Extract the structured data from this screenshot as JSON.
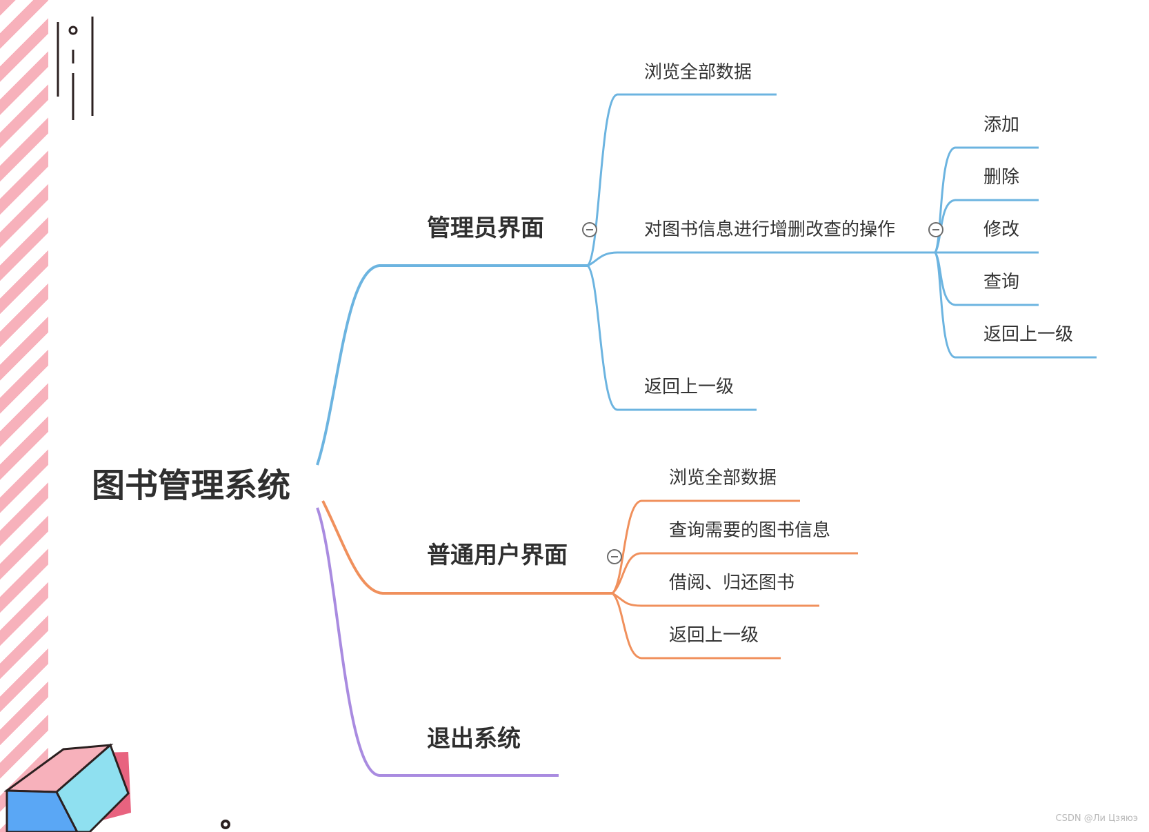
{
  "mindmap": {
    "root": {
      "label": "图书管理系统"
    },
    "branches": [
      {
        "label": "管理员界面",
        "color": "#6cb4e0",
        "children": [
          {
            "label": "浏览全部数据"
          },
          {
            "label": "对图书信息进行增删改查的操作",
            "children": [
              {
                "label": "添加"
              },
              {
                "label": "删除"
              },
              {
                "label": "修改"
              },
              {
                "label": "查询"
              },
              {
                "label": "返回上一级"
              }
            ]
          },
          {
            "label": "返回上一级"
          }
        ]
      },
      {
        "label": "普通用户界面",
        "color": "#f0905c",
        "children": [
          {
            "label": "浏览全部数据"
          },
          {
            "label": "查询需要的图书信息"
          },
          {
            "label": "借阅、归还图书"
          },
          {
            "label": "返回上一级"
          }
        ]
      },
      {
        "label": "退出系统",
        "color": "#a98be0"
      }
    ]
  },
  "decoration": {
    "stripe_color": "#f7b1bb",
    "cube_colors": [
      "#f7b1bb",
      "#5aa7f5",
      "#8fe0f0",
      "#e8637f"
    ],
    "icons": [
      "collapse-icon",
      "cube-icon",
      "ring-icon",
      "vertical-lines-icon"
    ]
  },
  "watermark": "CSDN @Ли Цзяюэ"
}
